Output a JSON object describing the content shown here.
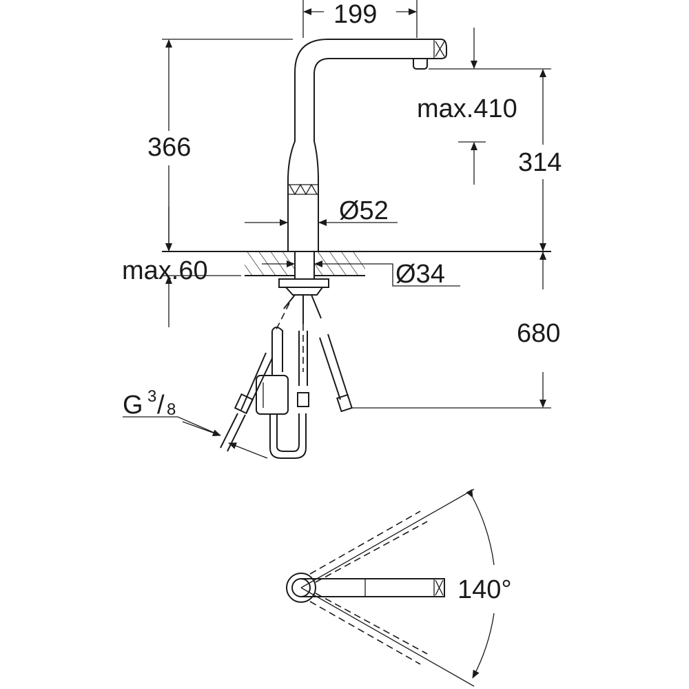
{
  "dimensions": {
    "spout_reach": "199",
    "max_height": "max.410",
    "total_height": "366",
    "aerator_height": "314",
    "body_diameter": "Ø52",
    "max_counter_thickness": "max.60",
    "hole_diameter": "Ø34",
    "hose_length": "680",
    "connection_thread_main": "G",
    "connection_thread_num": "3",
    "connection_thread_den": "8",
    "swivel_angle": "140°"
  },
  "colors": {
    "line": "#1a1a1a",
    "background": "#ffffff"
  }
}
